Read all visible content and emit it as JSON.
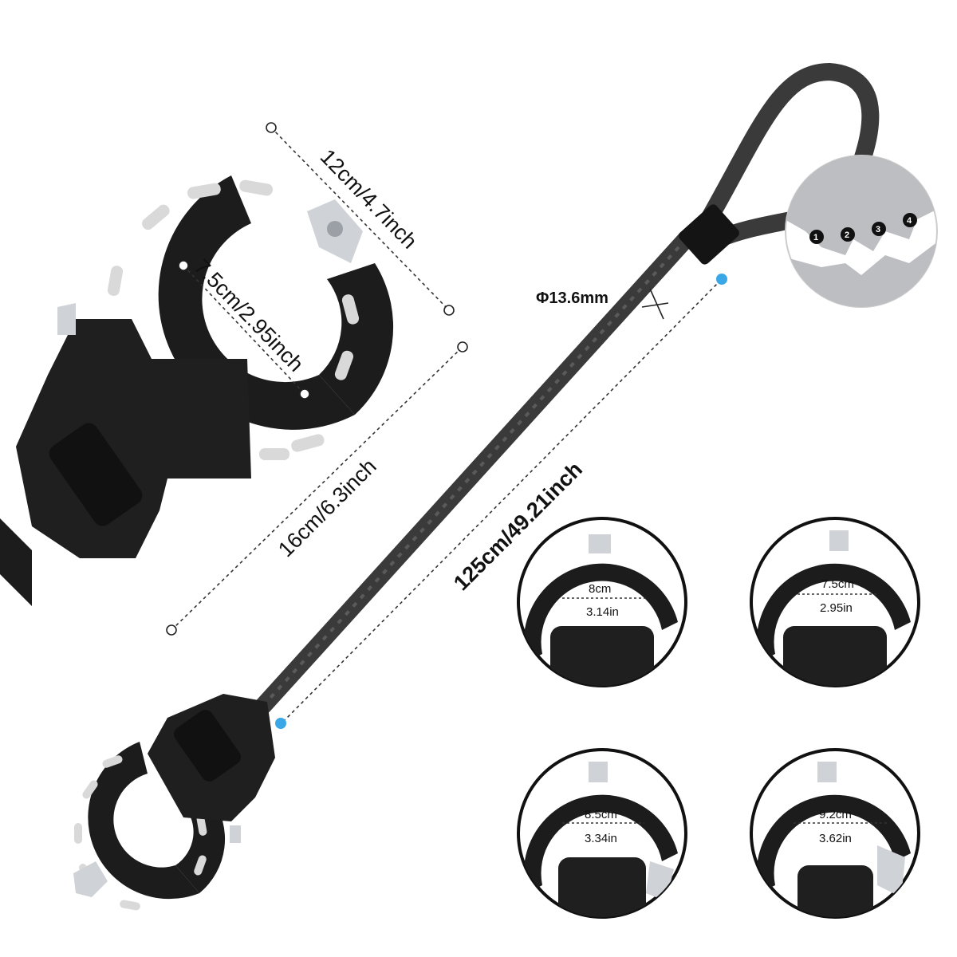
{
  "colors": {
    "lock_body": "#1c1c1c",
    "cable": "#3a3a3a",
    "dimension_line": "#333333",
    "accent_dot": "#3aa7e6",
    "chrome": "#cfd2d6",
    "inset_bg": "#bcbec1"
  },
  "dimensions": {
    "outer_width": "12cm/4.7inch",
    "inner_diameter": "7.5cm/2.95inch",
    "total_height": "16cm/6.3inch",
    "cable_length": "125cm/49.21inch",
    "cable_thickness": "Φ13.6mm"
  },
  "notches": [
    "1",
    "2",
    "3",
    "4"
  ],
  "size_options": [
    {
      "cm": "8cm",
      "inch": "3.14in"
    },
    {
      "cm": "7.5cm",
      "inch": "2.95in"
    },
    {
      "cm": "8.5cm",
      "inch": "3.34in"
    },
    {
      "cm": "9.2cm",
      "inch": "3.62in"
    }
  ]
}
